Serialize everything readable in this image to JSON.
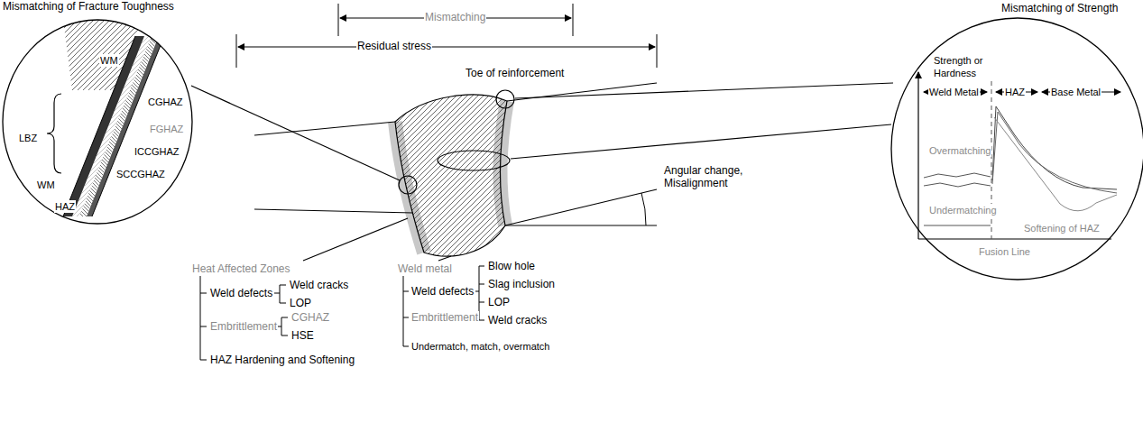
{
  "diagram": {
    "nodes": [
      {
        "text": [
          "Mismatching of Fracture Toughness",
          "WM",
          "CGHAZ",
          "FGHAZ",
          "ICCGHAZ",
          "SCCGHAZ",
          "LBZ",
          "WM",
          "HAZ"
        ]
      },
      {
        "text": [
          "Mismatching of Strength",
          "Strength or Hardness",
          "Weld Metal",
          "HAZ",
          "Base Metal",
          "Overmatching",
          "Undermatching",
          "Softening of HAZ",
          "Fusion Line"
        ]
      }
    ],
    "labels": [
      "Mismatching",
      "Residual stress",
      "Toe of reinforcement",
      "Angular change, Misalignment",
      "Heat Affected Zones",
      "Weld defects",
      "Weld cracks",
      "LOP",
      "Embrittlement",
      "CGHAZ",
      "HSE",
      "HAZ Hardening and Softening",
      "Weld metal",
      "Weld defects",
      "Blow hole",
      "Slag inclusion",
      "LOP",
      "Weld cracks",
      "Embrittlement",
      "Undermatch, match, overmatch"
    ]
  }
}
